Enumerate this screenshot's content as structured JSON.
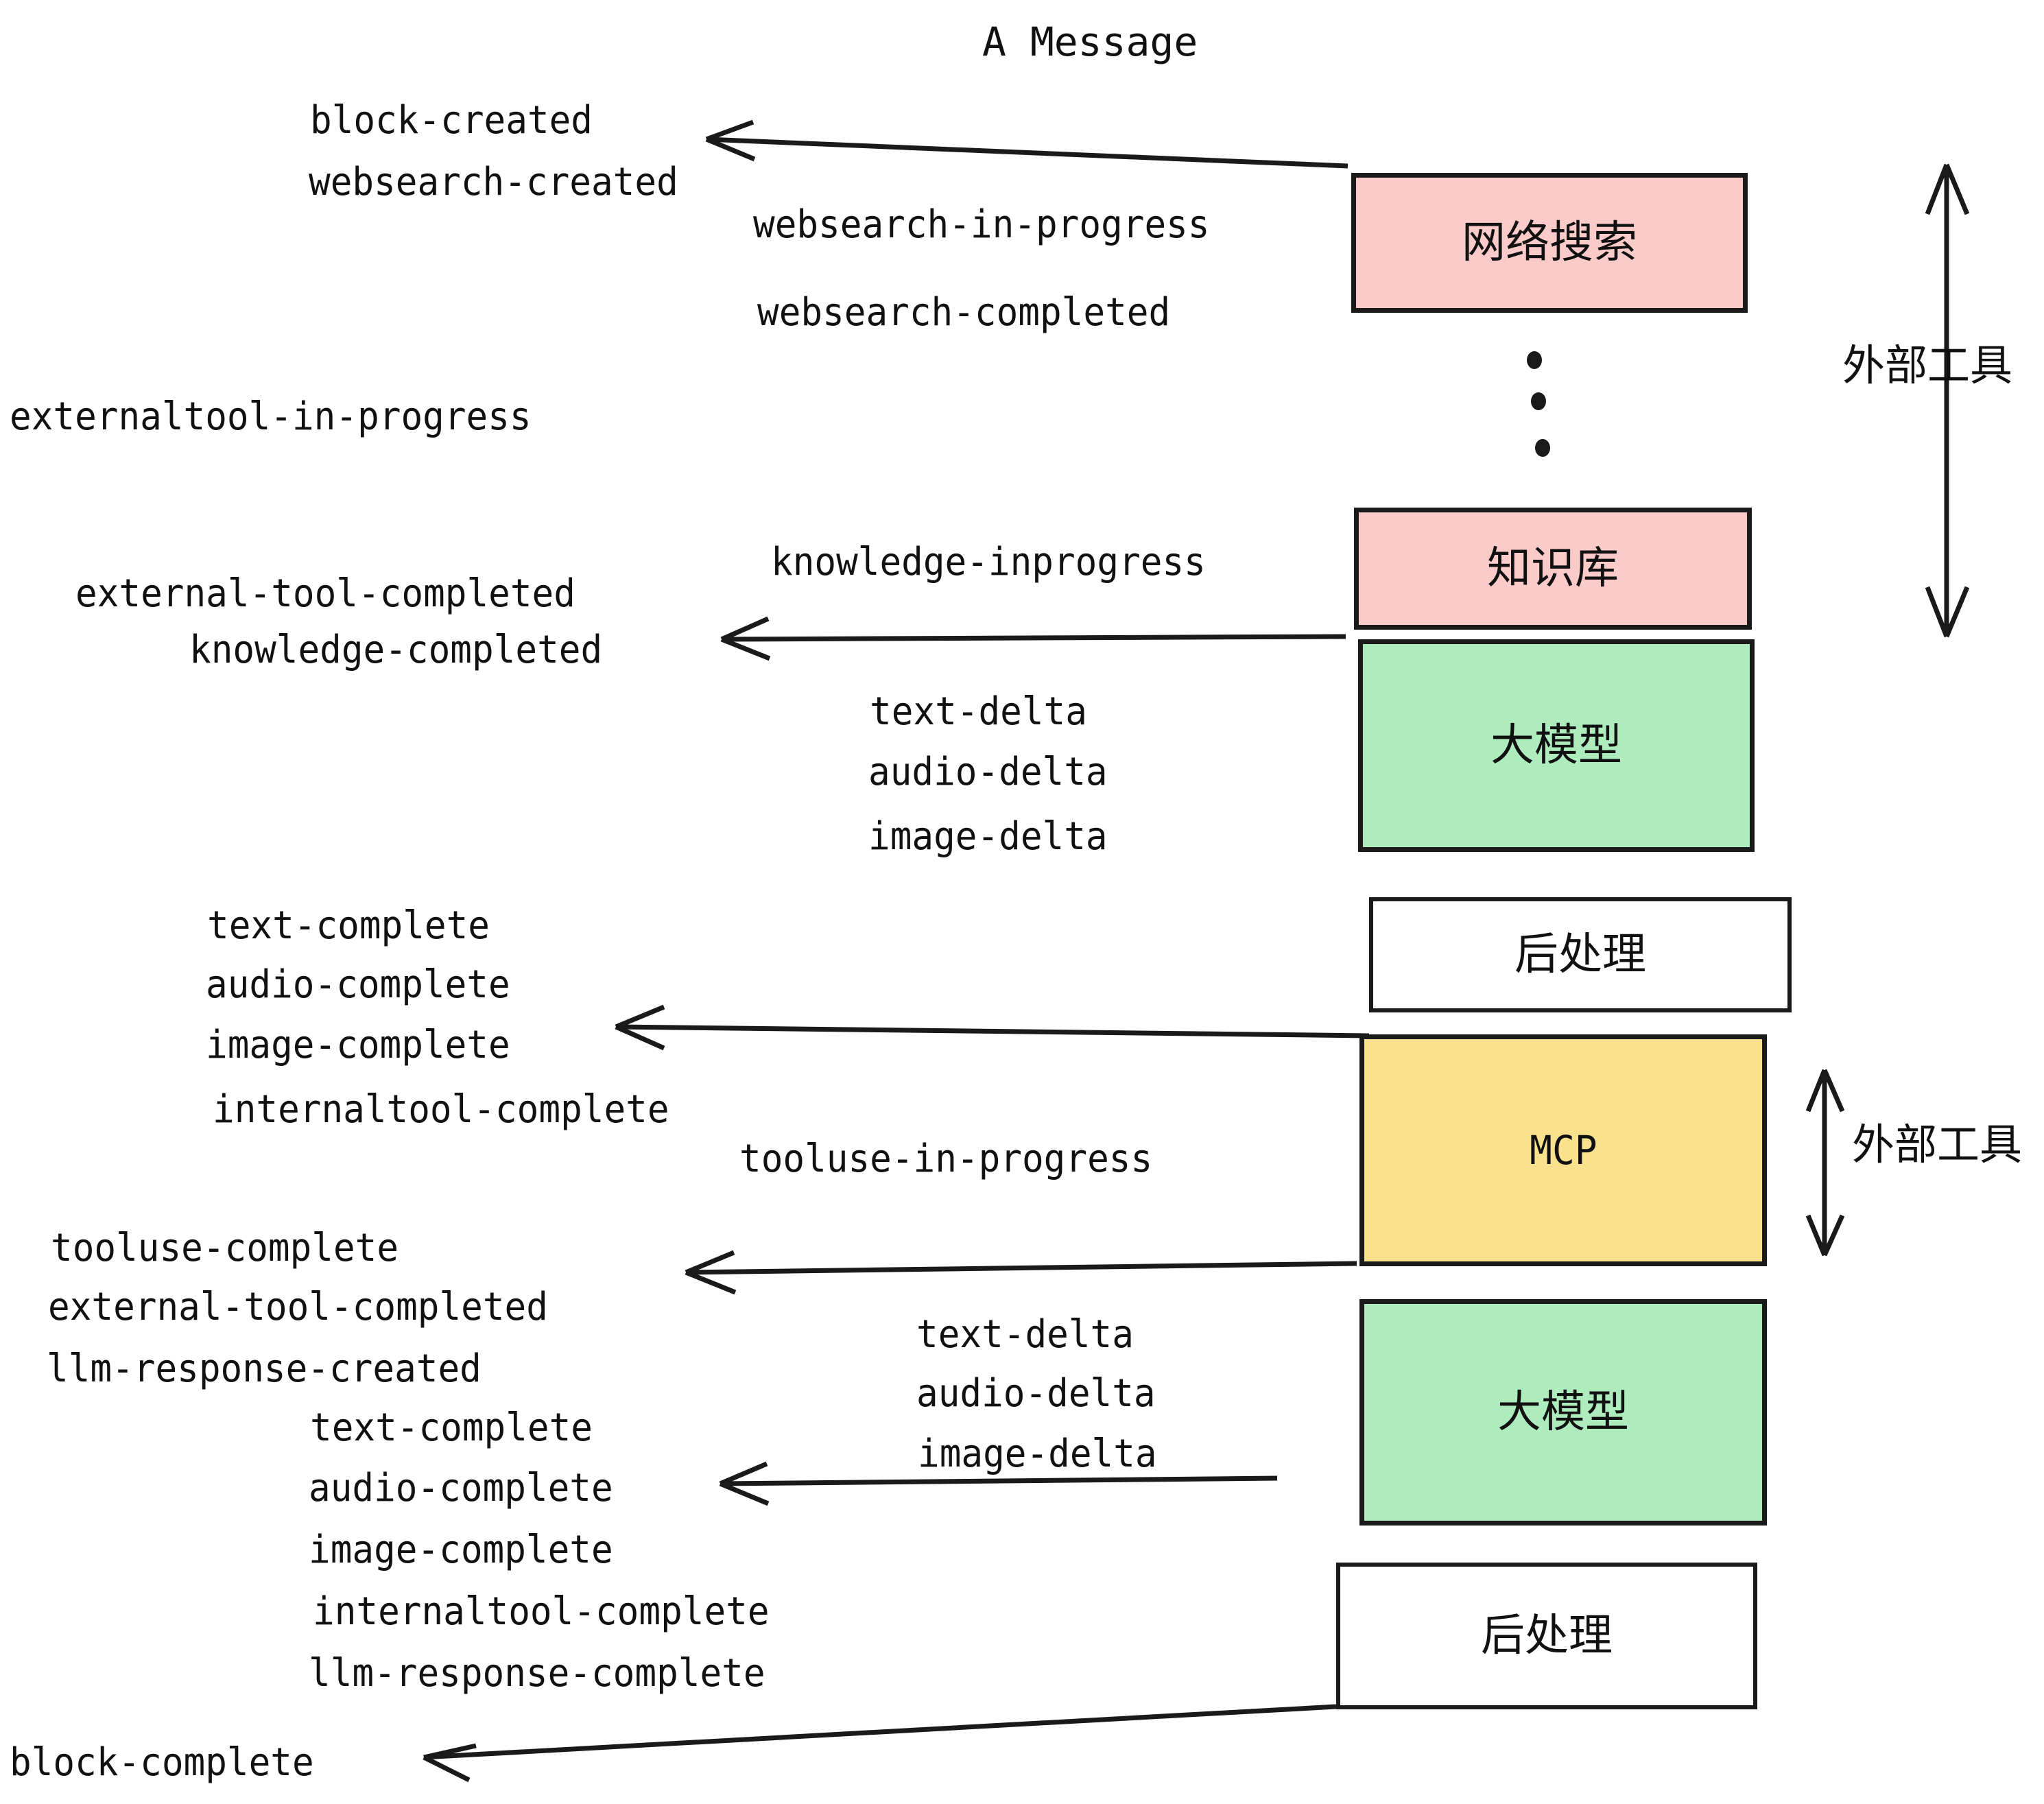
{
  "title": "A Message",
  "boxes": [
    {
      "key": "websearch",
      "label": "网络搜索",
      "color": "#fbcbc9"
    },
    {
      "key": "knowledge",
      "label": "知识库",
      "color": "#fbcbc9"
    },
    {
      "key": "llm_top",
      "label": "大模型",
      "color": "#aeecbd"
    },
    {
      "key": "post_top",
      "label": "后处理",
      "color": "#ffffff"
    },
    {
      "key": "mcp",
      "label": "MCP",
      "color": "#fae18e"
    },
    {
      "key": "llm_bottom",
      "label": "大模型",
      "color": "#aeecbd"
    },
    {
      "key": "post_bottom",
      "label": "后处理",
      "color": "#ffffff"
    }
  ],
  "side_labels": {
    "external_tool_top": "外部工具",
    "external_tool_bottom": "外部工具"
  },
  "events": {
    "block_created": "block-created",
    "websearch_created": "websearch-created",
    "websearch_in_progress": "websearch-in-progress",
    "websearch_completed": "websearch-completed",
    "externaltool_in_progress": "externaltool-in-progress",
    "knowledge_inprogress": "knowledge-inprogress",
    "external_tool_completed_1": "external-tool-completed",
    "knowledge_completed": "knowledge-completed",
    "text_delta_1": "text-delta",
    "audio_delta_1": "audio-delta",
    "image_delta_1": "image-delta",
    "text_complete_1": "text-complete",
    "audio_complete_1": "audio-complete",
    "image_complete_1": "image-complete",
    "internaltool_complete_1": "internaltool-complete",
    "tooluse_in_progress": "tooluse-in-progress",
    "tooluse_complete": "tooluse-complete",
    "external_tool_completed_2": "external-tool-completed",
    "llm_response_created": "llm-response-created",
    "text_delta_2": "text-delta",
    "audio_delta_2": "audio-delta",
    "image_delta_2": "image-delta",
    "text_complete_2": "text-complete",
    "audio_complete_2": "audio-complete",
    "image_complete_2": "image-complete",
    "internaltool_complete_2": "internaltool-complete",
    "llm_response_complete": "llm-response-complete",
    "block_complete": "block-complete"
  },
  "colors": {
    "pink": "#fbcbc9",
    "green": "#aeecbd",
    "yellow": "#fae18e",
    "white": "#ffffff",
    "stroke": "#1a1a1a"
  }
}
